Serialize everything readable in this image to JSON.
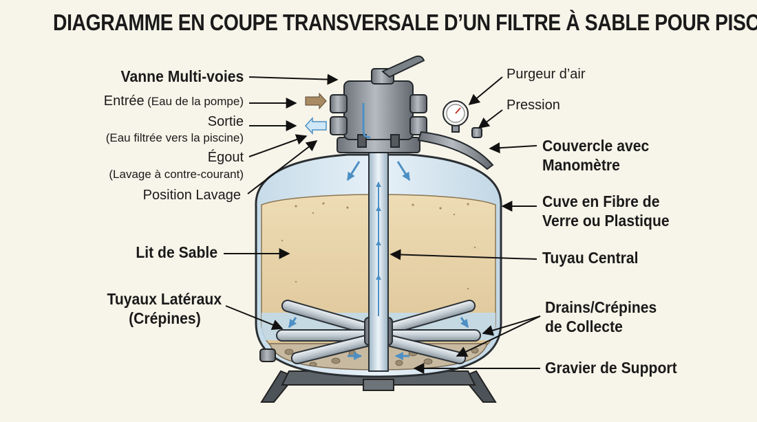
{
  "title": "DIAGRAMME EN COUPE TRANSVERSALE D’UN FILTRE À SABLE POUR PISCINE",
  "labels": {
    "vanne": "Vanne Multi-voies",
    "entree": "Entrée",
    "entree_note": "(Eau de la pompe)",
    "sortie": "Sortie",
    "sortie_note": "(Eau filtrée vers la piscine)",
    "egout": "Égout",
    "egout_note": "(Lavage à contre-courant)",
    "position_lavage": "Position Lavage",
    "lit_sable": "Lit de Sable",
    "tuyaux_lateraux_1": "Tuyaux Latéraux",
    "tuyaux_lateraux_2": "(Crépines)",
    "purgeur": "Purgeur d’air",
    "pression": "Pression",
    "couvercle_1": "Couvercle avec",
    "couvercle_2": "Manomètre",
    "cuve_1": "Cuve en Fibre de",
    "cuve_2": "Verre ou Plastique",
    "tuyau_central": "Tuyau Central",
    "drains_1": "Drains/Crépines",
    "drains_2": "de Collecte",
    "gravier": "Gravier de Support"
  },
  "colors": {
    "background": "#f7f4e9",
    "sand": "#e6d2a8",
    "water": "#cfe4f2",
    "tank_glass": "#dbe9f3",
    "metal": "#8e9499",
    "arrow": "#111111"
  }
}
